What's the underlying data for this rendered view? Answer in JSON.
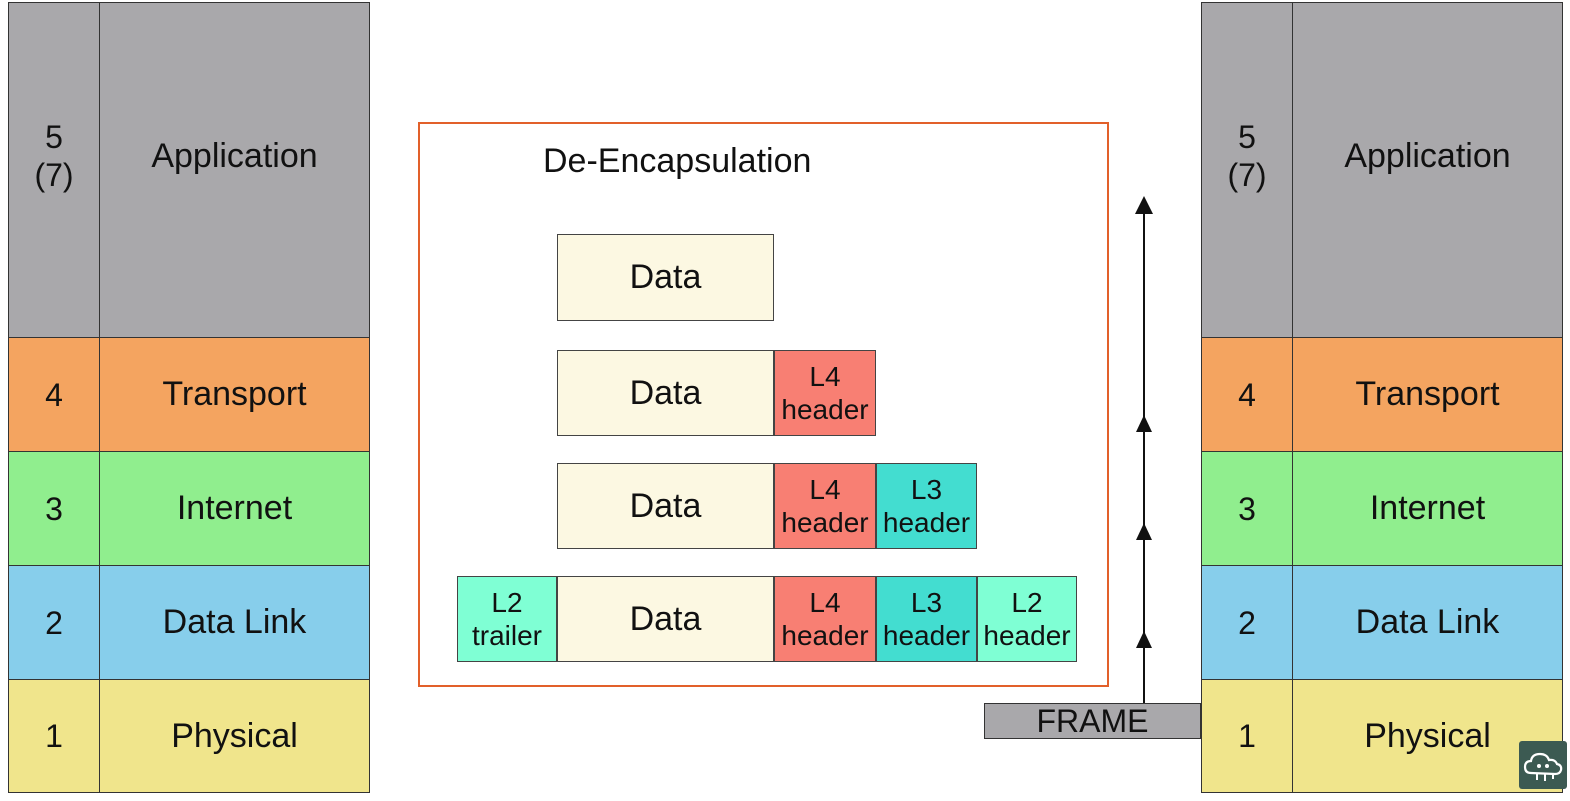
{
  "layers": [
    {
      "num": "5\n(7)",
      "name": "Application",
      "color": "#a9a8ab"
    },
    {
      "num": "4",
      "name": "Transport",
      "color": "#f4a460"
    },
    {
      "num": "3",
      "name": "Internet",
      "color": "#90ee8e"
    },
    {
      "num": "2",
      "name": "Data Link",
      "color": "#87ceeb"
    },
    {
      "num": "1",
      "name": "Physical",
      "color": "#f0e58c"
    }
  ],
  "panel": {
    "title": "De-Encapsulation",
    "data_label": "Data",
    "l4_header": "L4\nheader",
    "l3_header": "L3\nheader",
    "l2_header": "L2\nheader",
    "l2_trailer": "L2\ntrailer"
  },
  "frame_label": "FRAME",
  "colors": {
    "panel_border": "#e2602a",
    "data": "#fcf8e2",
    "l4_header": "#f87f73",
    "l3_header": "#43ddd0",
    "l2": "#7fffd4"
  },
  "icons": {
    "logo": "cloud-circuit-logo-icon",
    "arrow": "arrow-up-icon"
  }
}
